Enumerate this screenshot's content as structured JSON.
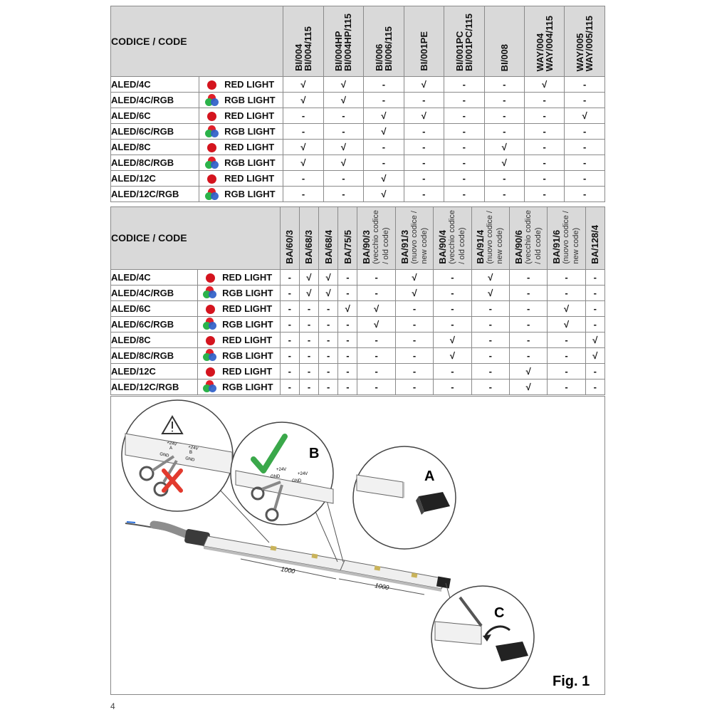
{
  "table1": {
    "code_header": "CODICE / CODE",
    "columns": [
      {
        "lines": [
          "BI/004",
          "BI/004/115"
        ]
      },
      {
        "lines": [
          "BI/004HP",
          "BI/004HP/115"
        ]
      },
      {
        "lines": [
          "BI/006",
          "BI/006/115"
        ]
      },
      {
        "lines": [
          "BI/001PE"
        ]
      },
      {
        "lines": [
          "BI/001PC",
          "BI/001PC/115"
        ]
      },
      {
        "lines": [
          "BI/008"
        ]
      },
      {
        "lines": [
          "WAY/004",
          "WAY/004/115"
        ]
      },
      {
        "lines": [
          "WAY/005",
          "WAY/005/115"
        ]
      }
    ],
    "rows": [
      {
        "code": "ALED/4C",
        "light": "RED LIGHT",
        "icon": "red-dot-icon",
        "marks": [
          "√",
          "√",
          "-",
          "√",
          "-",
          "-",
          "√",
          "-"
        ]
      },
      {
        "code": "ALED/4C/RGB",
        "light": "RGB LIGHT",
        "icon": "rgb-dot-icon",
        "marks": [
          "√",
          "√",
          "-",
          "-",
          "-",
          "-",
          "-",
          "-"
        ]
      },
      {
        "code": "ALED/6C",
        "light": "RED LIGHT",
        "icon": "red-dot-icon",
        "marks": [
          "-",
          "-",
          "√",
          "√",
          "-",
          "-",
          "-",
          "√"
        ]
      },
      {
        "code": "ALED/6C/RGB",
        "light": "RGB LIGHT",
        "icon": "rgb-dot-icon",
        "marks": [
          "-",
          "-",
          "√",
          "-",
          "-",
          "-",
          "-",
          "-"
        ]
      },
      {
        "code": "ALED/8C",
        "light": "RED LIGHT",
        "icon": "red-dot-icon",
        "marks": [
          "√",
          "√",
          "-",
          "-",
          "-",
          "√",
          "-",
          "-"
        ]
      },
      {
        "code": "ALED/8C/RGB",
        "light": "RGB LIGHT",
        "icon": "rgb-dot-icon",
        "marks": [
          "√",
          "√",
          "-",
          "-",
          "-",
          "√",
          "-",
          "-"
        ]
      },
      {
        "code": "ALED/12C",
        "light": "RED LIGHT",
        "icon": "red-dot-icon",
        "marks": [
          "-",
          "-",
          "√",
          "-",
          "-",
          "-",
          "-",
          "-"
        ]
      },
      {
        "code": "ALED/12C/RGB",
        "light": "RGB LIGHT",
        "icon": "rgb-dot-icon",
        "marks": [
          "-",
          "-",
          "√",
          "-",
          "-",
          "-",
          "-",
          "-"
        ]
      }
    ]
  },
  "table2": {
    "code_header": "CODICE / CODE",
    "columns": [
      {
        "lines": [
          "BA/60/3"
        ]
      },
      {
        "lines": [
          "BA/68/3"
        ]
      },
      {
        "lines": [
          "BA/68/4"
        ]
      },
      {
        "lines": [
          "BA/75/5"
        ]
      },
      {
        "lines": [
          "BA/90/3"
        ],
        "sub": [
          "(vecchio codice",
          "/ old code)"
        ]
      },
      {
        "lines": [
          "BA/91/3"
        ],
        "sub": [
          "(nuovo codice /",
          "new code)"
        ]
      },
      {
        "lines": [
          "BA/90/4"
        ],
        "sub": [
          "(vecchio codice",
          "/ old code)"
        ]
      },
      {
        "lines": [
          "BA/91/4"
        ],
        "sub": [
          "(nuovo codice /",
          "new code)"
        ]
      },
      {
        "lines": [
          "BA/90/6"
        ],
        "sub": [
          "(vecchio codice",
          "/ old code)"
        ]
      },
      {
        "lines": [
          "BA/91/6"
        ],
        "sub": [
          "(nuovo codice /",
          "new code)"
        ]
      },
      {
        "lines": [
          "BA/128/4"
        ]
      }
    ],
    "rows": [
      {
        "code": "ALED/4C",
        "light": "RED LIGHT",
        "icon": "red-dot-icon",
        "marks": [
          "-",
          "√",
          "√",
          "-",
          "-",
          "√",
          "-",
          "√",
          "-",
          "-",
          "-"
        ]
      },
      {
        "code": "ALED/4C/RGB",
        "light": "RGB LIGHT",
        "icon": "rgb-dot-icon",
        "marks": [
          "-",
          "√",
          "√",
          "-",
          "-",
          "√",
          "-",
          "√",
          "-",
          "-",
          "-"
        ]
      },
      {
        "code": "ALED/6C",
        "light": "RED LIGHT",
        "icon": "red-dot-icon",
        "marks": [
          "-",
          "-",
          "-",
          "√",
          "√",
          "-",
          "-",
          "-",
          "-",
          "√",
          "-"
        ]
      },
      {
        "code": "ALED/6C/RGB",
        "light": "RGB LIGHT",
        "icon": "rgb-dot-icon",
        "marks": [
          "-",
          "-",
          "-",
          "-",
          "√",
          "-",
          "-",
          "-",
          "-",
          "√",
          "-"
        ]
      },
      {
        "code": "ALED/8C",
        "light": "RED LIGHT",
        "icon": "red-dot-icon",
        "marks": [
          "-",
          "-",
          "-",
          "-",
          "-",
          "-",
          "√",
          "-",
          "-",
          "-",
          "√"
        ]
      },
      {
        "code": "ALED/8C/RGB",
        "light": "RGB LIGHT",
        "icon": "rgb-dot-icon",
        "marks": [
          "-",
          "-",
          "-",
          "-",
          "-",
          "-",
          "√",
          "-",
          "-",
          "-",
          "√"
        ]
      },
      {
        "code": "ALED/12C",
        "light": "RED LIGHT",
        "icon": "red-dot-icon",
        "marks": [
          "-",
          "-",
          "-",
          "-",
          "-",
          "-",
          "-",
          "-",
          "√",
          "-",
          "-"
        ]
      },
      {
        "code": "ALED/12C/RGB",
        "light": "RGB LIGHT",
        "icon": "rgb-dot-icon",
        "marks": [
          "-",
          "-",
          "-",
          "-",
          "-",
          "-",
          "-",
          "-",
          "√",
          "-",
          "-"
        ]
      }
    ]
  },
  "figure": {
    "caption": "Fig. 1",
    "labels": {
      "a": "A",
      "b": "B",
      "c": "C"
    },
    "dims": [
      "1000",
      "1000"
    ],
    "strip_text_left": [
      "+24V",
      "A",
      "GND",
      "+24V",
      "B",
      "GND"
    ],
    "strip_text_b": [
      "+24V",
      "+24V",
      "GND",
      "GND"
    ],
    "colors": {
      "warning": "#e23a2e",
      "ok": "#3aa84a",
      "strip": "#efefef",
      "cap": "#222222"
    }
  },
  "page": {
    "number": "4"
  }
}
